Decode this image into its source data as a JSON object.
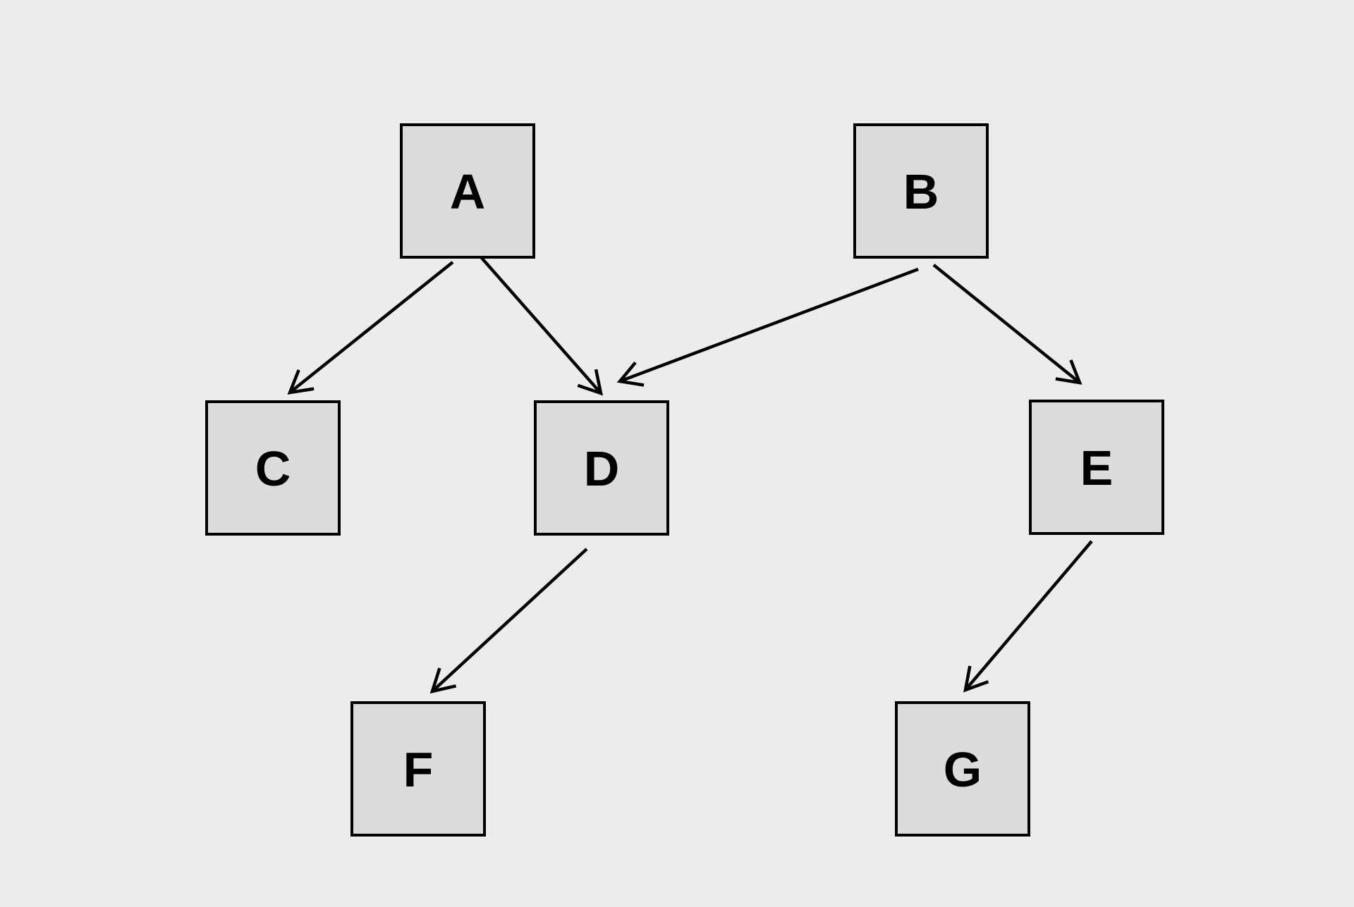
{
  "diagram": {
    "type": "directed-graph",
    "background_color": "#ececec",
    "node_fill_color": "#dcdcdc",
    "node_border_color": "#000000",
    "edge_color": "#000000",
    "nodes": [
      {
        "id": "A",
        "label": "A"
      },
      {
        "id": "B",
        "label": "B"
      },
      {
        "id": "C",
        "label": "C"
      },
      {
        "id": "D",
        "label": "D"
      },
      {
        "id": "E",
        "label": "E"
      },
      {
        "id": "F",
        "label": "F"
      },
      {
        "id": "G",
        "label": "G"
      }
    ],
    "edges": [
      {
        "from": "A",
        "to": "C"
      },
      {
        "from": "A",
        "to": "D"
      },
      {
        "from": "B",
        "to": "D"
      },
      {
        "from": "B",
        "to": "E"
      },
      {
        "from": "D",
        "to": "F"
      },
      {
        "from": "E",
        "to": "G"
      }
    ]
  }
}
